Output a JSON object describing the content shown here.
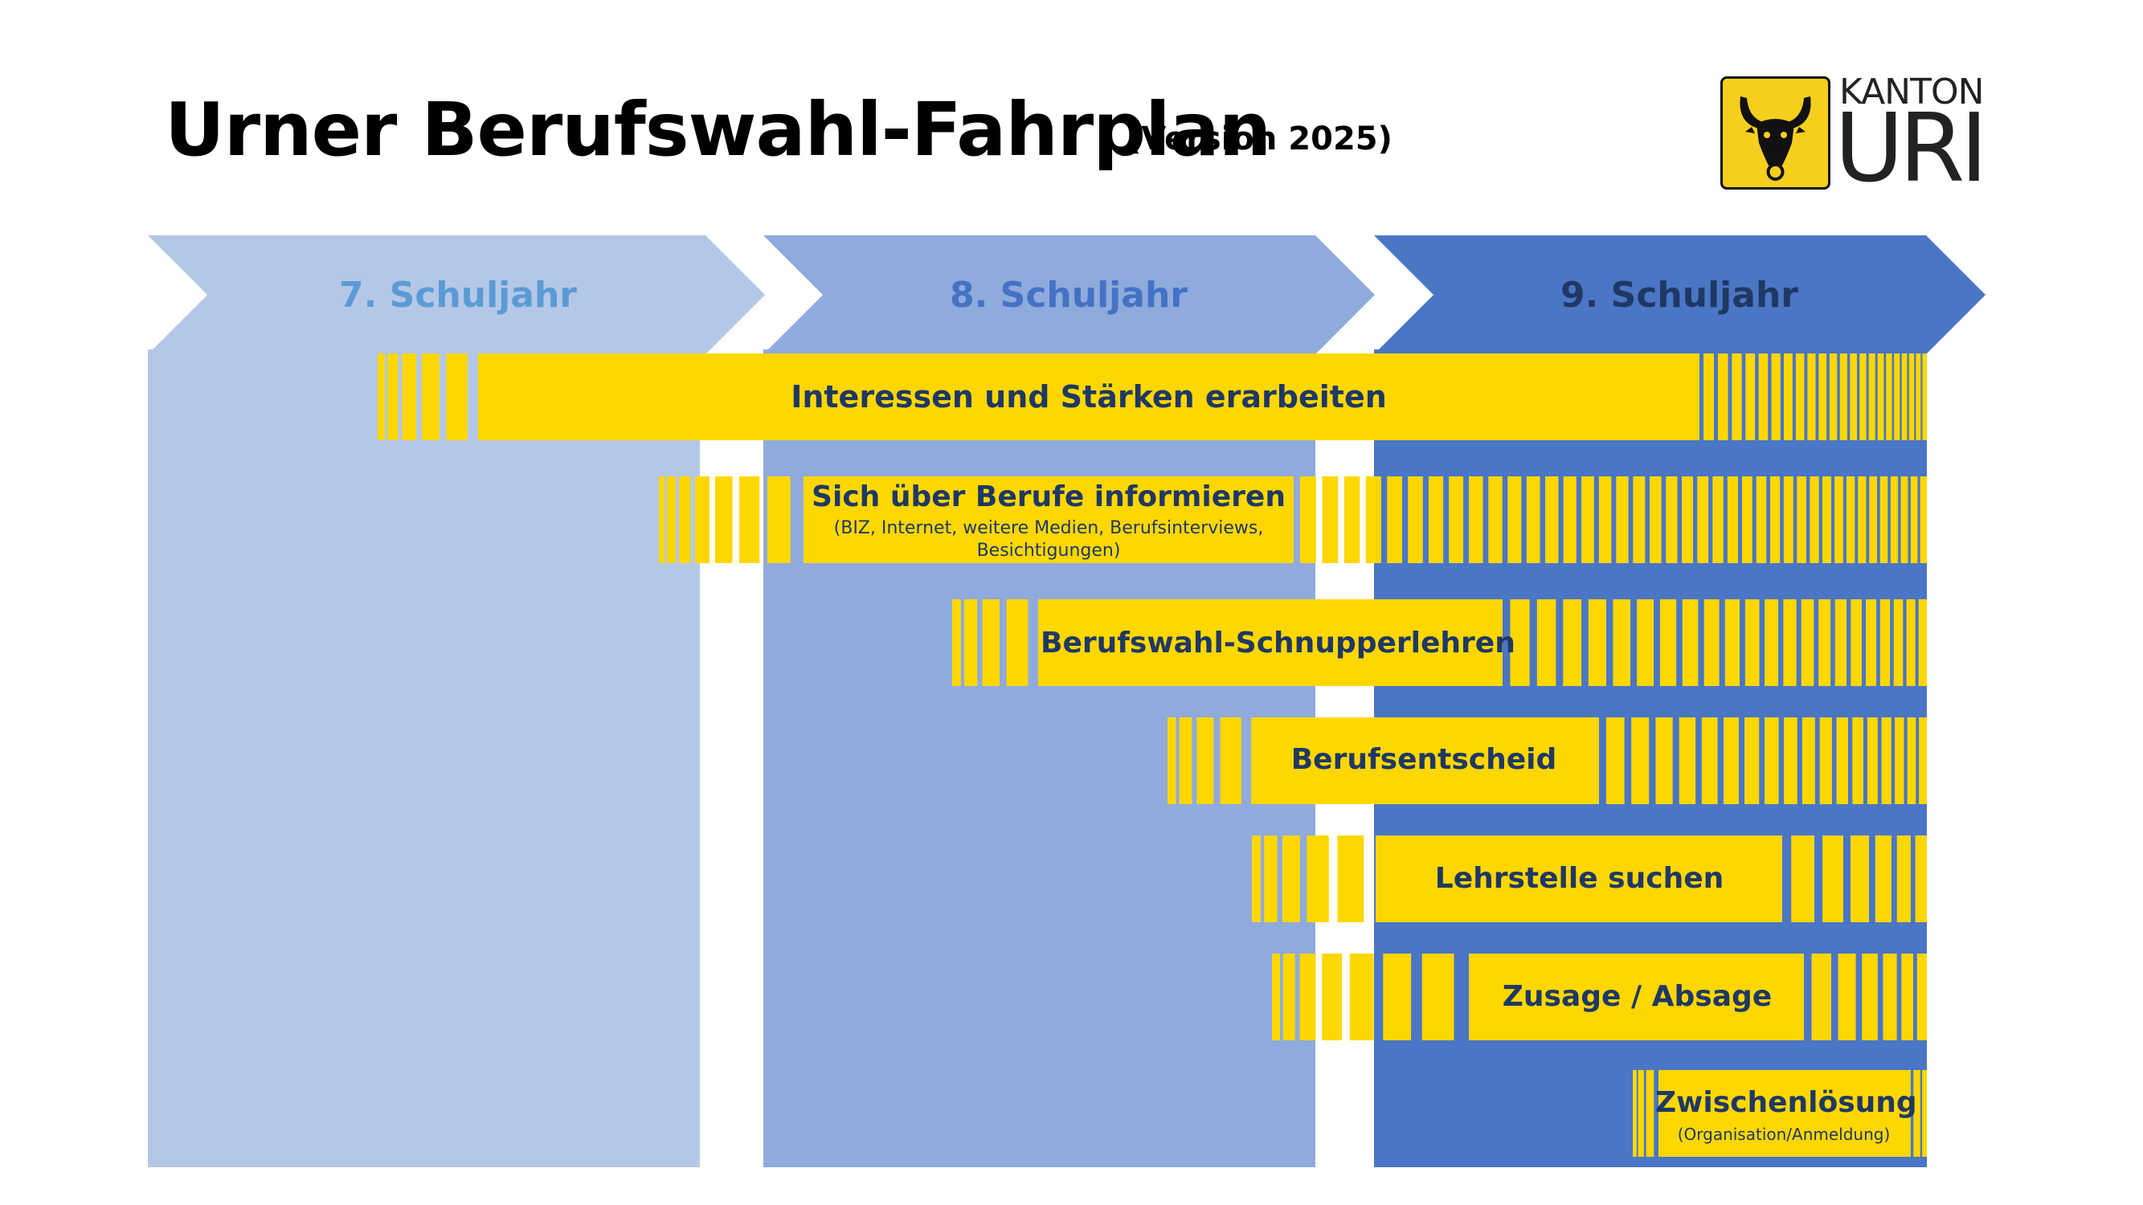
{
  "header": {
    "title": "Urner Berufswahl-Fahrplan",
    "version": "(Version 2025)"
  },
  "logo": {
    "line1": "KANTON",
    "line2": "URI"
  },
  "years": [
    {
      "label": "7. Schuljahr",
      "color": "#B4C7E7",
      "text_color": "#5B9BD5"
    },
    {
      "label": "8. Schuljahr",
      "color": "#8FAADC",
      "text_color": "#4472C4"
    },
    {
      "label": "9. Schuljahr",
      "color": "#4A76C5",
      "text_color": "#1F3864"
    }
  ],
  "bar_color": "#FFD700",
  "bars": [
    {
      "label": "Interessen und Stärken erarbeiten"
    },
    {
      "label": "Sich über Berufe informieren",
      "sub": "(BIZ, Internet, weitere Medien, Berufsinterviews, Besichtigungen)"
    },
    {
      "label": "Berufswahl-Schnupperlehren"
    },
    {
      "label": "Berufsentscheid"
    },
    {
      "label": "Lehrstelle suchen"
    },
    {
      "label": "Zusage / Absage"
    },
    {
      "label": "Zwischenlösung",
      "sub": "(Organisation/Anmeldung)"
    }
  ]
}
